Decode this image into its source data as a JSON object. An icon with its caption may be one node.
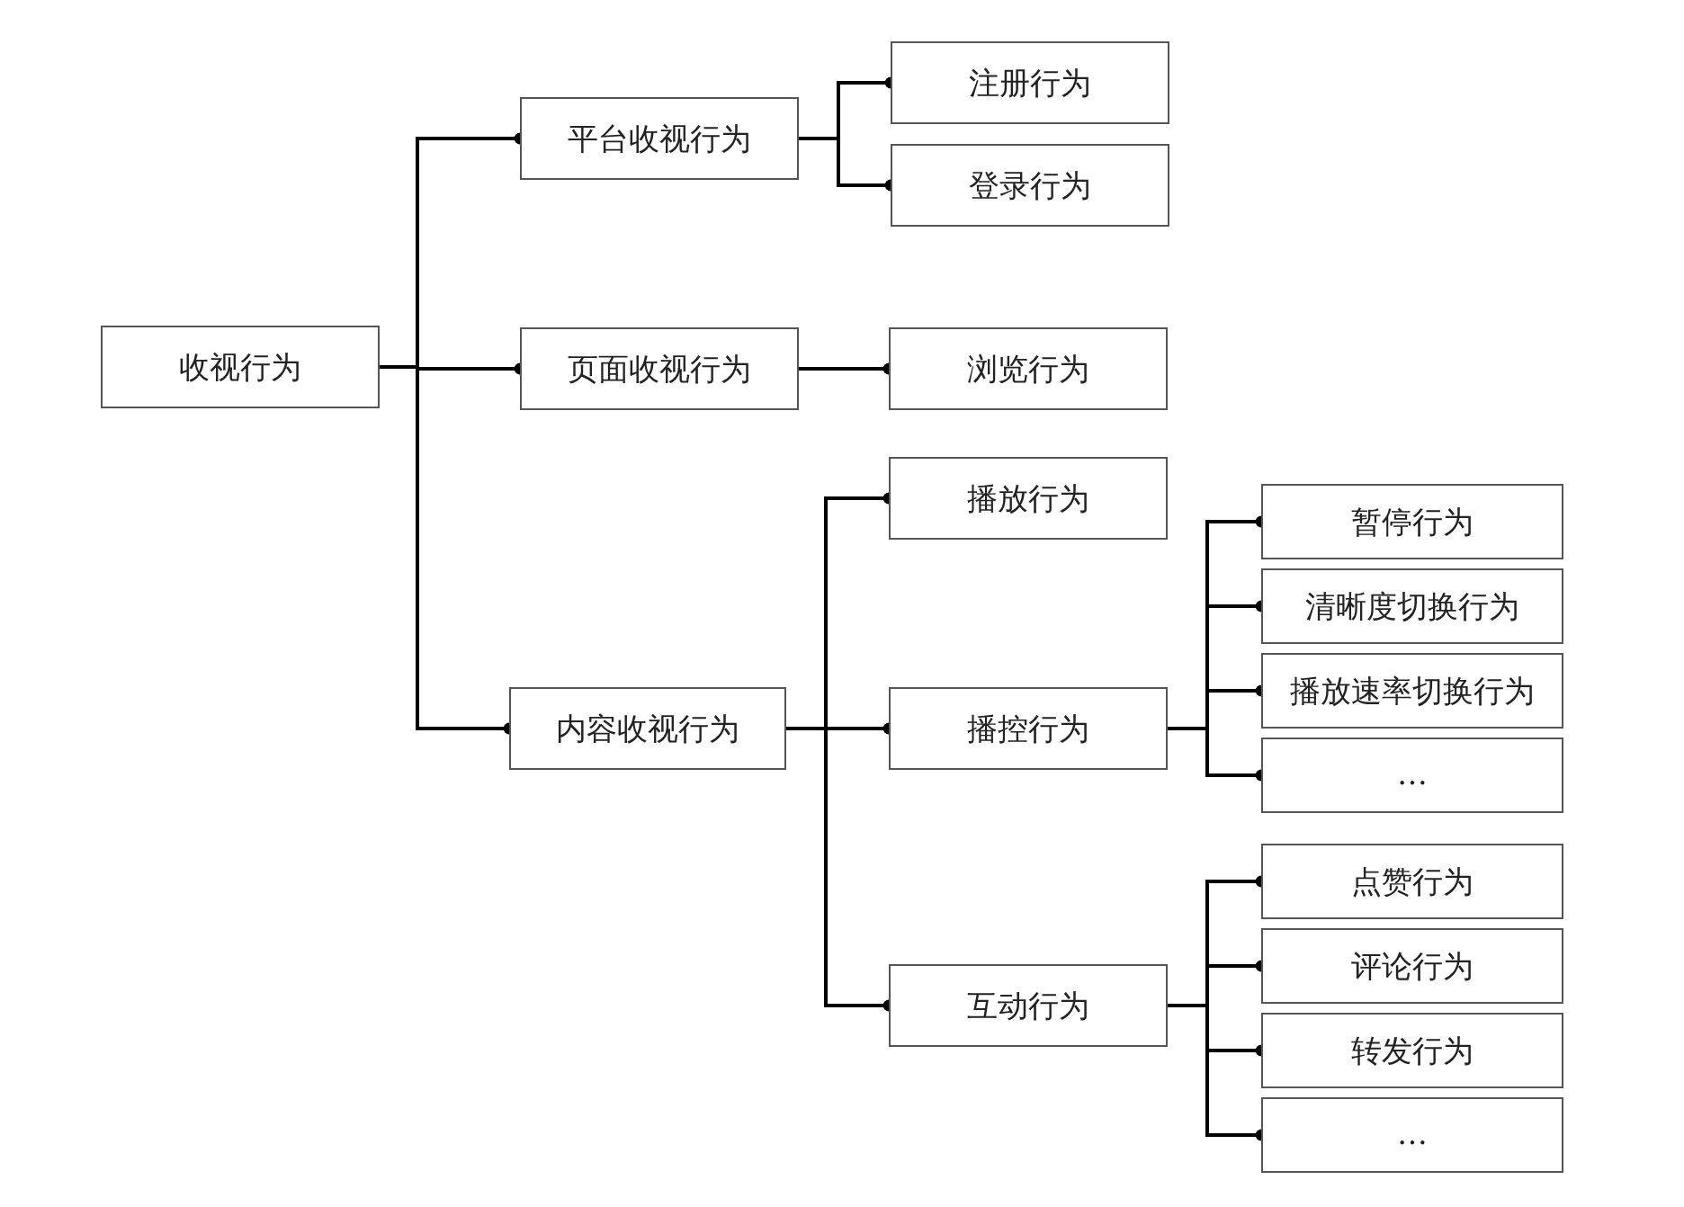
{
  "diagram": {
    "nodes": [
      {
        "text": [
          "收视行为"
        ]
      },
      {
        "text": [
          "平台收视行为"
        ]
      },
      {
        "text": [
          "注册行为"
        ]
      },
      {
        "text": [
          "登录行为"
        ]
      },
      {
        "text": [
          "页面收视行为"
        ]
      },
      {
        "text": [
          "浏览行为"
        ]
      },
      {
        "text": [
          "内容收视行为"
        ]
      },
      {
        "text": [
          "播放行为"
        ]
      },
      {
        "text": [
          "播控行为"
        ]
      },
      {
        "text": [
          "暂停行为"
        ]
      },
      {
        "text": [
          "清晰度切换行为"
        ]
      },
      {
        "text": [
          "播放速率切换行为"
        ]
      },
      {
        "text": [
          "…"
        ]
      },
      {
        "text": [
          "互动行为"
        ]
      },
      {
        "text": [
          "点赞行为"
        ]
      },
      {
        "text": [
          "评论行为"
        ]
      },
      {
        "text": [
          "转发行为"
        ]
      },
      {
        "text": [
          "…"
        ]
      }
    ],
    "edges": [
      {
        "from": 0,
        "to": 1,
        "arrow": "other"
      },
      {
        "from": 0,
        "to": 4,
        "arrow": "other"
      },
      {
        "from": 0,
        "to": 6,
        "arrow": "other"
      },
      {
        "from": 1,
        "to": 2,
        "arrow": "other"
      },
      {
        "from": 1,
        "to": 3,
        "arrow": "other"
      },
      {
        "from": 4,
        "to": 5,
        "arrow": "other"
      },
      {
        "from": 6,
        "to": 7,
        "arrow": "other"
      },
      {
        "from": 6,
        "to": 8,
        "arrow": "other"
      },
      {
        "from": 6,
        "to": 13,
        "arrow": "other"
      },
      {
        "from": 8,
        "to": 9,
        "arrow": "other"
      },
      {
        "from": 8,
        "to": 10,
        "arrow": "other"
      },
      {
        "from": 8,
        "to": 11,
        "arrow": "other"
      },
      {
        "from": 8,
        "to": 12,
        "arrow": "other"
      },
      {
        "from": 13,
        "to": 14,
        "arrow": "other"
      },
      {
        "from": 13,
        "to": 15,
        "arrow": "other"
      },
      {
        "from": 13,
        "to": 16,
        "arrow": "other"
      },
      {
        "from": 13,
        "to": 17,
        "arrow": "other"
      }
    ]
  }
}
